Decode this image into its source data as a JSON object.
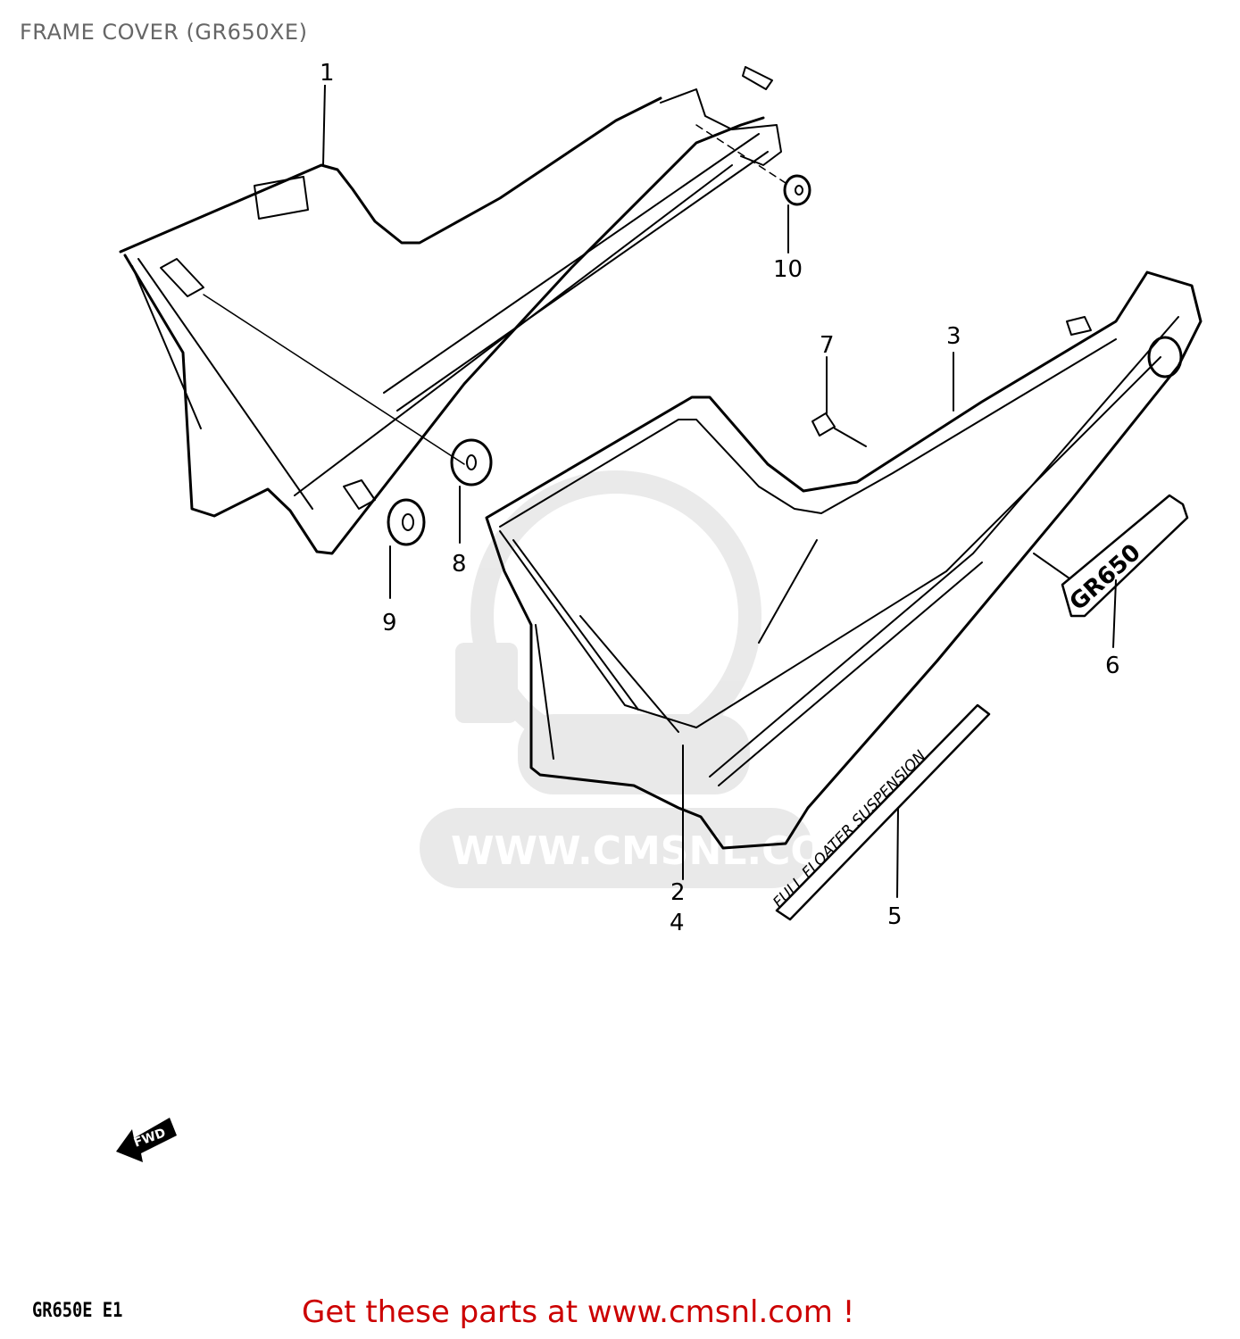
{
  "header": {
    "title": "FRAME COVER (GR650XE)"
  },
  "diagram": {
    "callouts": [
      {
        "id": "1",
        "label": "1"
      },
      {
        "id": "2",
        "label": "2"
      },
      {
        "id": "3",
        "label": "3"
      },
      {
        "id": "4",
        "label": "4"
      },
      {
        "id": "5",
        "label": "5"
      },
      {
        "id": "6",
        "label": "6"
      },
      {
        "id": "7",
        "label": "7"
      },
      {
        "id": "8",
        "label": "8"
      },
      {
        "id": "9",
        "label": "9"
      },
      {
        "id": "10",
        "label": "10"
      }
    ],
    "decal_text": "FULL FLOATER SUSPENSION",
    "emblem_text": "GR650",
    "direction_label": "FWD",
    "watermark_text": "WWW.CMSNL.COM"
  },
  "footer": {
    "model_code": "GR650E E1",
    "cta_text": "Get these parts at www.cmsnl.com !",
    "cta_color": "#cc0000"
  }
}
